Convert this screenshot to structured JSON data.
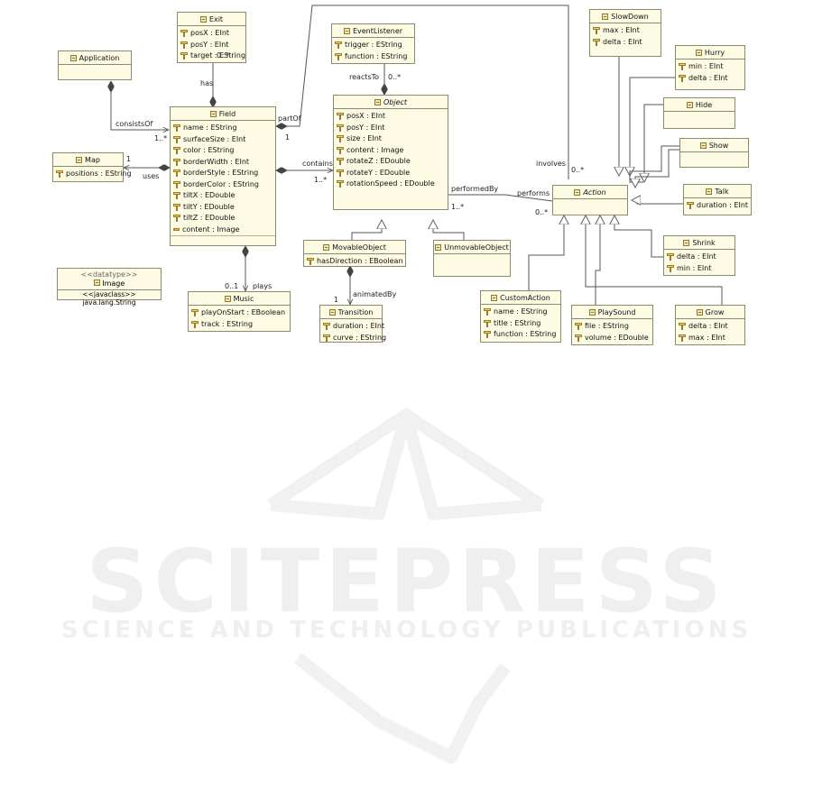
{
  "classes": {
    "exit": {
      "name": "Exit",
      "attrs": [
        "posX : EInt",
        "posY : EInt",
        "target : EString"
      ]
    },
    "application": {
      "name": "Application"
    },
    "field": {
      "name": "Field",
      "attrs": [
        "name : EString",
        "surfaceSize : EInt",
        "color : EString",
        "borderWidth : EInt",
        "borderStyle : EString",
        "borderColor : EString",
        "tiltX : EDouble",
        "tiltY : EDouble",
        "tiltZ : EDouble",
        "content : Image"
      ]
    },
    "map": {
      "name": "Map",
      "attrs": [
        "positions : EString"
      ]
    },
    "eventlistener": {
      "name": "EventListener",
      "attrs": [
        "trigger : EString",
        "function : EString"
      ]
    },
    "object": {
      "name": "Object",
      "attrs": [
        "posX : EInt",
        "posY : EInt",
        "size : EInt",
        "content : Image",
        "rotateZ : EDouble",
        "rotateY : EDouble",
        "rotationSpeed : EDouble"
      ]
    },
    "movableobject": {
      "name": "MovableObject",
      "attrs": [
        "hasDirection : EBoolean"
      ]
    },
    "unmovableobject": {
      "name": "UnmovableObject"
    },
    "transition": {
      "name": "Transition",
      "attrs": [
        "duration : EInt",
        "curve : EString"
      ]
    },
    "music": {
      "name": "Music",
      "attrs": [
        "playOnStart : EBoolean",
        "track : EString"
      ]
    },
    "slowdown": {
      "name": "SlowDown",
      "attrs": [
        "max : EInt",
        "delta : EInt"
      ]
    },
    "hurry": {
      "name": "Hurry",
      "attrs": [
        "min : EInt",
        "delta : EInt"
      ]
    },
    "hide": {
      "name": "Hide"
    },
    "show": {
      "name": "Show"
    },
    "talk": {
      "name": "Talk",
      "attrs": [
        "duration : EInt"
      ]
    },
    "action": {
      "name": "Action"
    },
    "shrink": {
      "name": "Shrink",
      "attrs": [
        "delta : EInt",
        "min : EInt"
      ]
    },
    "customaction": {
      "name": "CustomAction",
      "attrs": [
        "name : EString",
        "title : EString",
        "function : EString"
      ]
    },
    "playsound": {
      "name": "PlaySound",
      "attrs": [
        "file : EString",
        "volume : EDouble"
      ]
    },
    "grow": {
      "name": "Grow",
      "attrs": [
        "delta : EInt",
        "max : EInt"
      ]
    }
  },
  "datatype": {
    "stereotype": "<<datatype>>",
    "name": "Image",
    "javaclass": "<<javaclass>> java.lang.String"
  },
  "labels": {
    "has": "has",
    "exit_mult": "0..*",
    "consistsOf": "consistsOf",
    "consists_mult": "1..*",
    "uses": "uses",
    "map_mult": "1",
    "partOf": "partOf",
    "partof_mult": "1",
    "contains": "contains",
    "contains_mult": "1..*",
    "reactsTo": "reactsTo",
    "reacts_mult": "0..*",
    "performedBy": "performedBy",
    "performedby_mult": "1..*",
    "performs": "performs",
    "performs_mult": "0..*",
    "involves": "involves",
    "involves_mult": "0..*",
    "animatedBy": "animatedBy",
    "animated_mult": "1",
    "plays": "plays",
    "plays_mult": "0..1"
  },
  "watermark": {
    "main": "SCITEPRESS",
    "sub": "SCIENCE AND TECHNOLOGY PUBLICATIONS"
  },
  "colors": {
    "fill": "#fdfbe4",
    "border": "#8c8a6c",
    "line": "#555555",
    "watermark": "#efefef"
  }
}
